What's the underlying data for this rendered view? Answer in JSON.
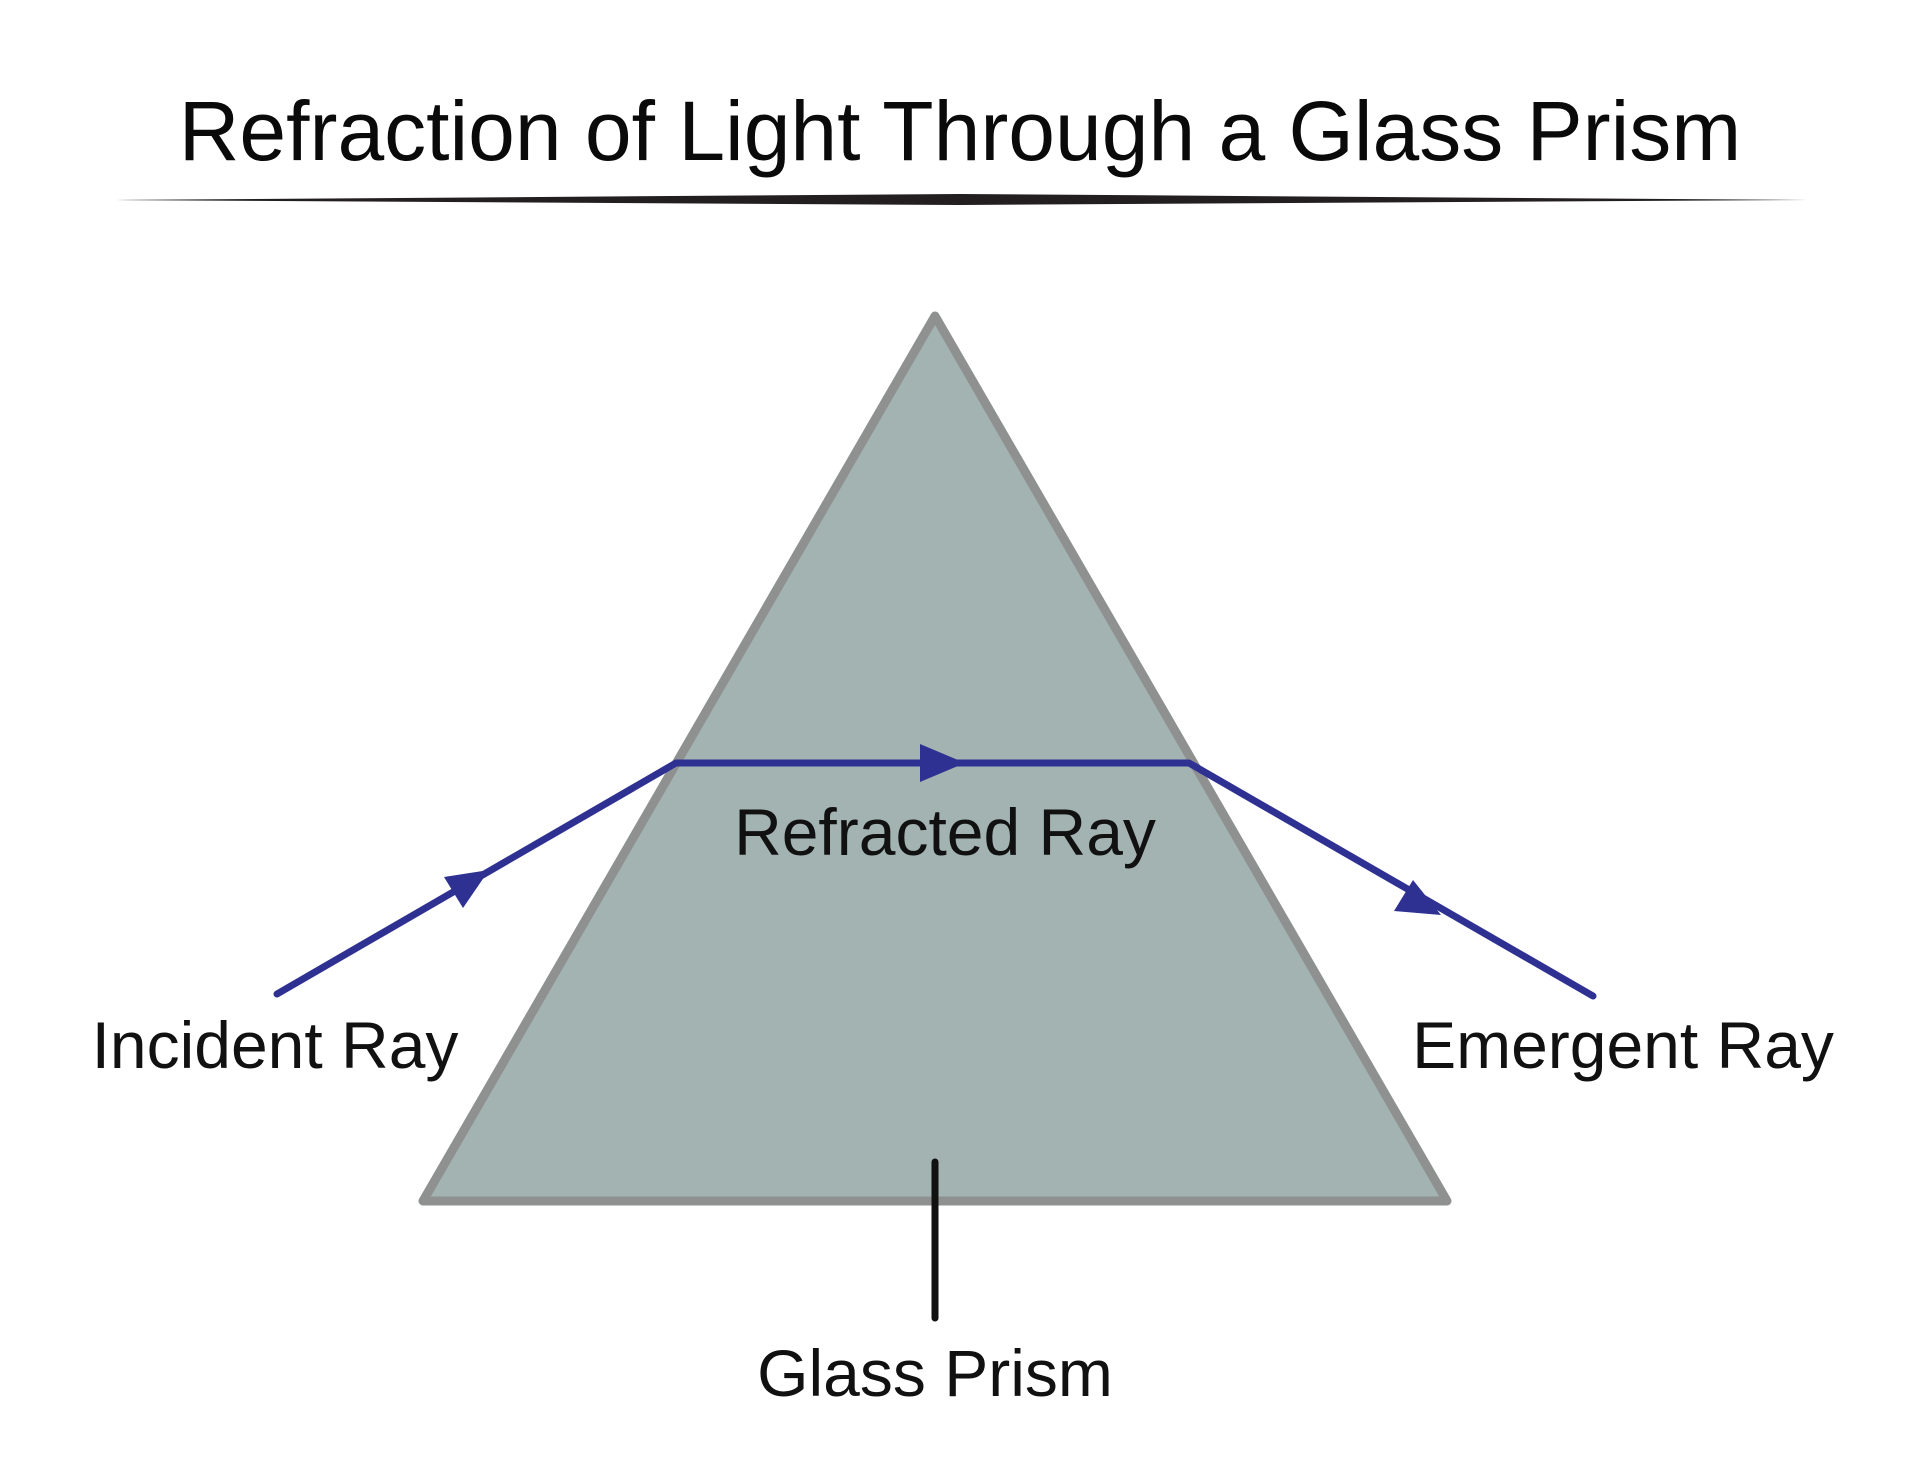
{
  "title": "Refraction of Light Through a Glass Prism",
  "labels": {
    "incident_ray": "Incident Ray",
    "refracted_ray": "Refracted Ray",
    "emergent_ray": "Emergent Ray",
    "glass_prism": "Glass Prism"
  },
  "colors": {
    "prism_fill": "#a2b3b1",
    "prism_outline": "#8f9191",
    "ray": "#2e3192",
    "text": "#111111",
    "pointer_line": "#111111",
    "divider": "#231f20"
  }
}
